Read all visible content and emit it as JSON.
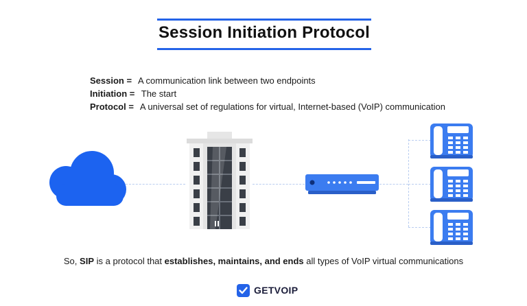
{
  "title": "Session Initiation Protocol",
  "definitions": [
    {
      "term": "Session =",
      "text": "A communication link between two endpoints"
    },
    {
      "term": "Initiation =",
      "text": "The start"
    },
    {
      "term": "Protocol =",
      "text": "A universal set of regulations for virtual, Internet-based (VoIP) communication"
    }
  ],
  "footer": {
    "prefix": "So,",
    "sip": "SIP",
    "middle": "is a protocol that",
    "emphasis": "establishes, maintains, and ends",
    "suffix": "all types of VoIP virtual communications"
  },
  "brand": {
    "name": "GETVOIP"
  },
  "icons": [
    "cloud-icon",
    "building-icon",
    "router-icon",
    "phone-icon"
  ],
  "colors": {
    "accent": "#2463e8",
    "cloud": "#1c63f0",
    "phone": "#3b7cf0",
    "dash": "#b9cdf0"
  }
}
